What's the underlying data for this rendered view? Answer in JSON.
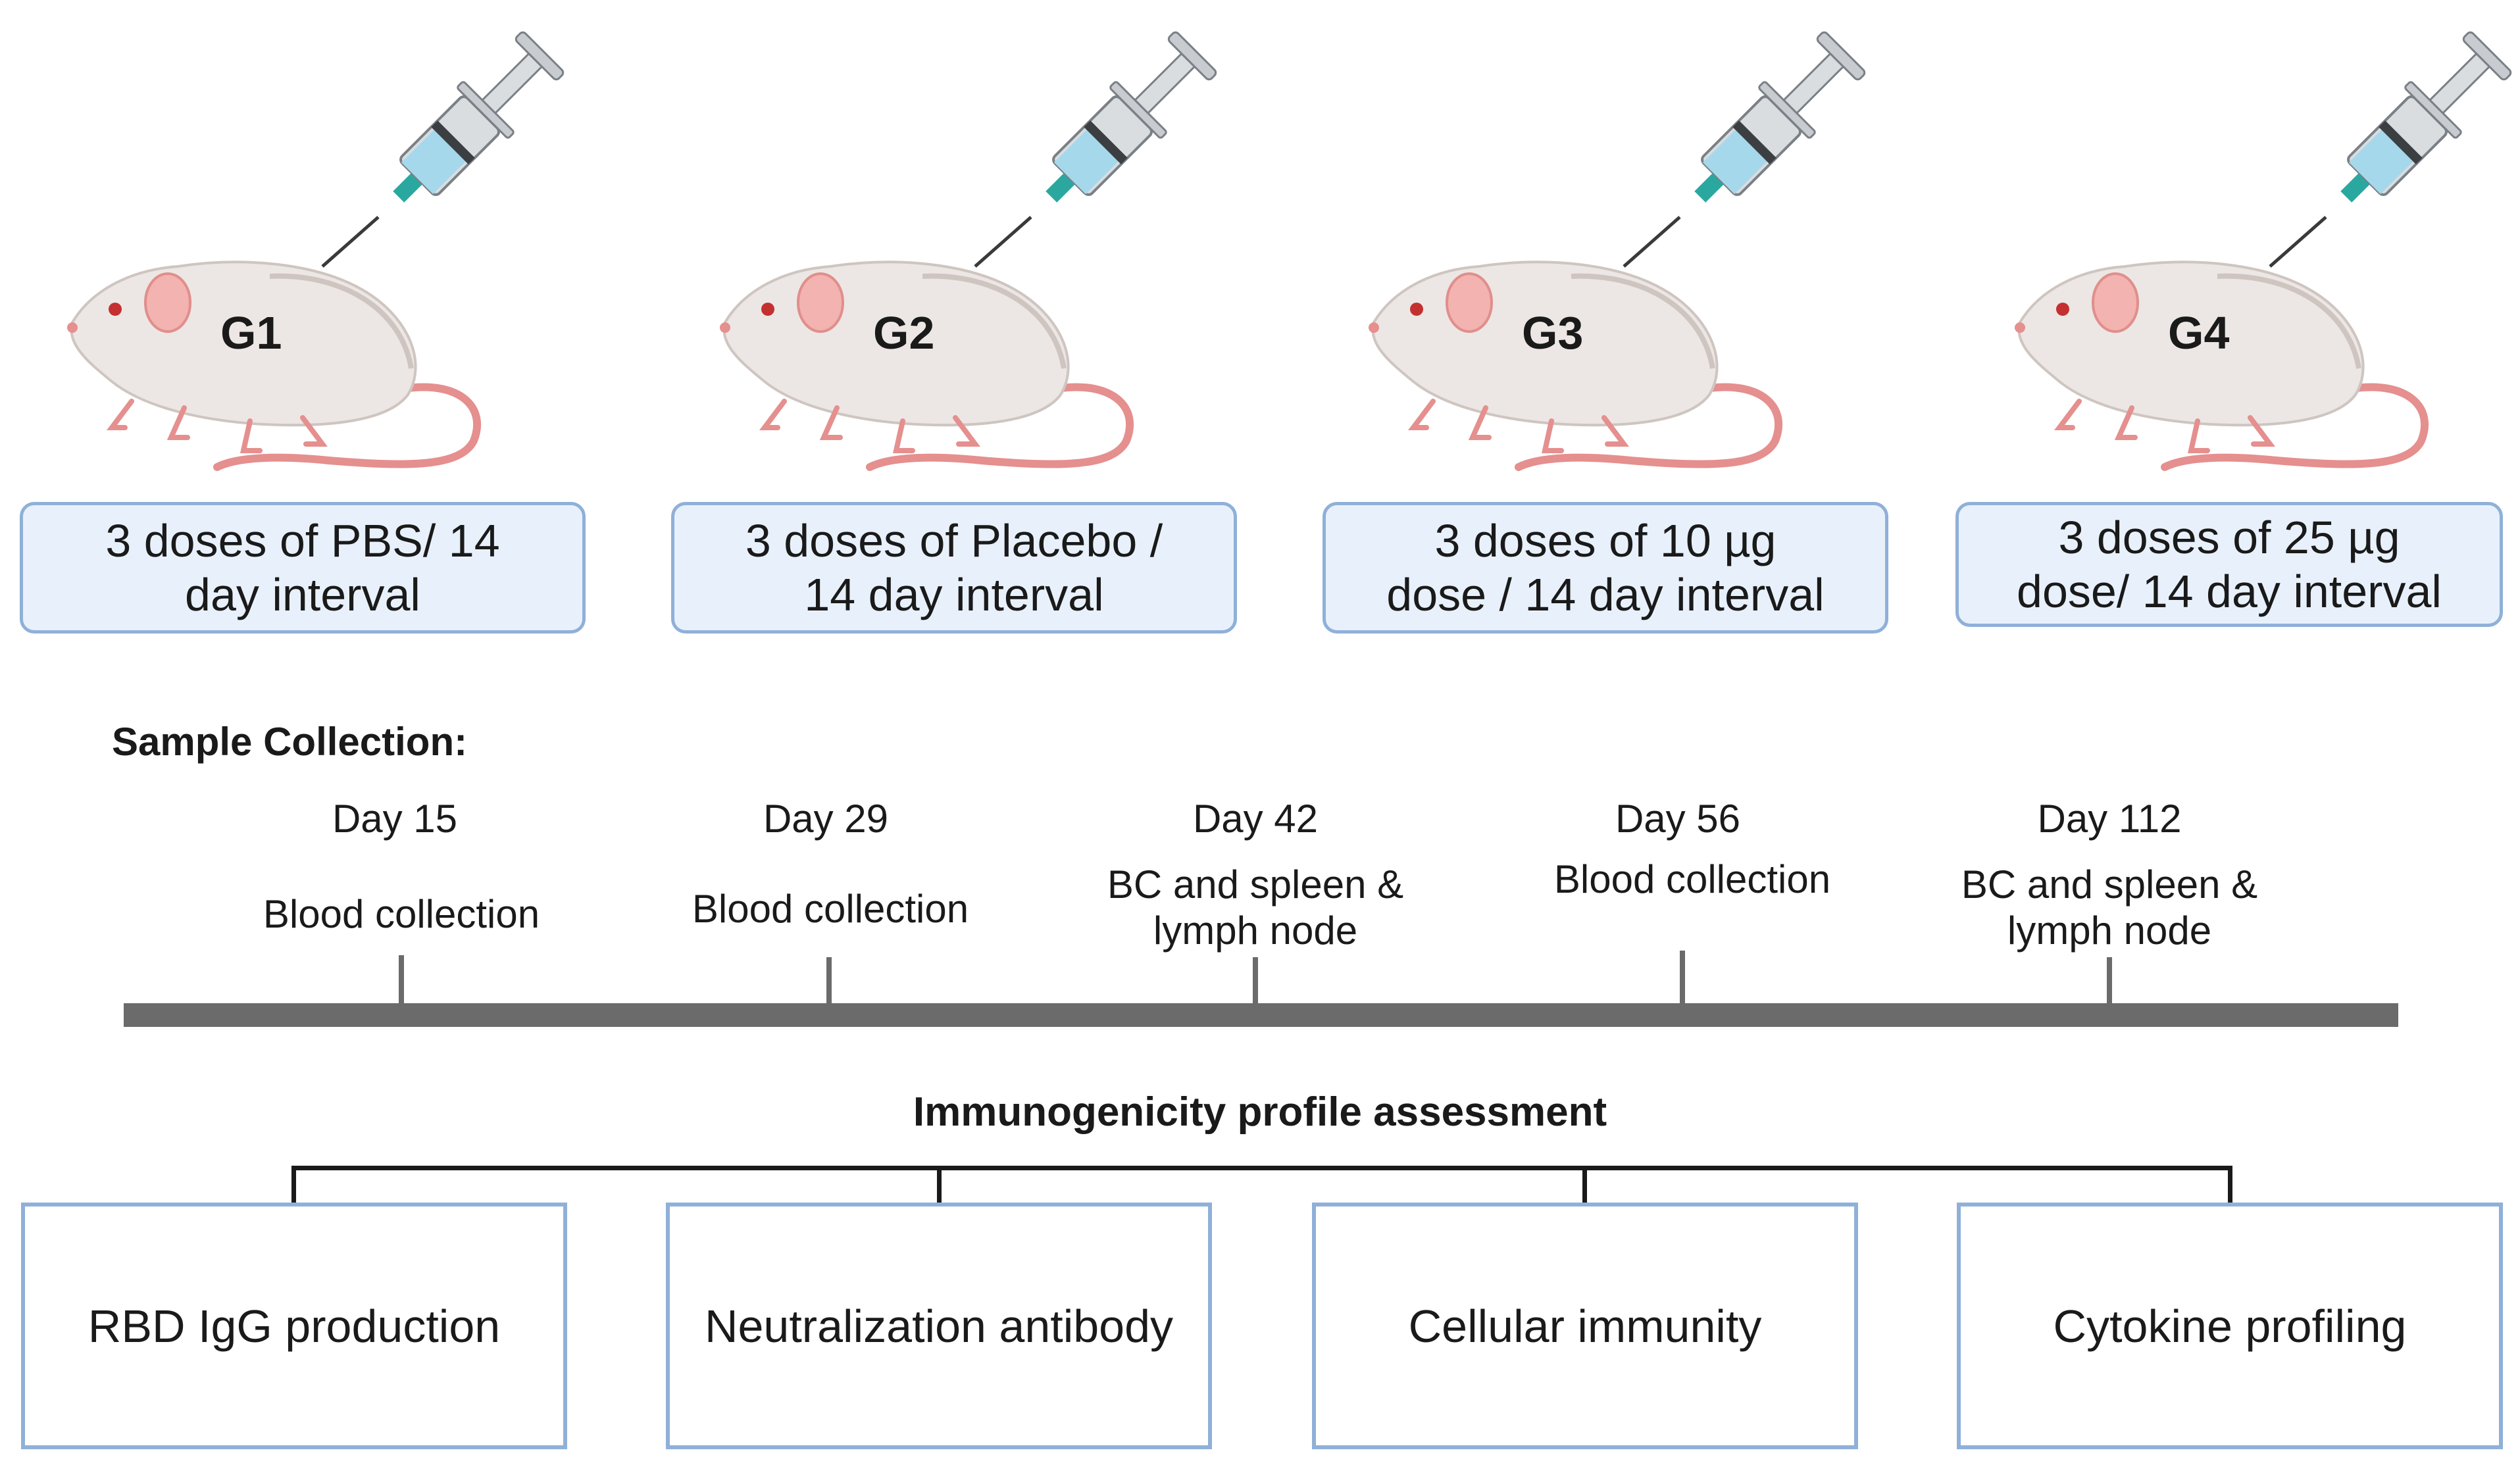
{
  "groups": [
    {
      "label": "G1",
      "dose": "3 doses of PBS/ 14\nday interval"
    },
    {
      "label": "G2",
      "dose": "3 doses of Placebo /\n14 day interval"
    },
    {
      "label": "G3",
      "dose": "3 doses of 10 µg\ndose / 14 day interval"
    },
    {
      "label": "G4",
      "dose": "3 doses of 25 µg\ndose/ 14 day interval"
    }
  ],
  "sample_collection": {
    "title": "Sample Collection:",
    "events": [
      {
        "day": "Day 15",
        "event": "Blood collection"
      },
      {
        "day": "Day 29",
        "event": "Blood collection"
      },
      {
        "day": "Day 42",
        "event": "BC and spleen &\nlymph node"
      },
      {
        "day": "Day 56",
        "event": "Blood collection"
      },
      {
        "day": "Day 112",
        "event": "BC and spleen &\nlymph node"
      }
    ]
  },
  "assessment": {
    "title": "Immunogenicity profile assessment",
    "items": [
      "RBD IgG production",
      "Neutralization antibody",
      "Cellular immunity",
      "Cytokine profiling"
    ]
  },
  "colors": {
    "dose_box_fill": "#e8f1fb",
    "dose_box_border": "#8fb0d8",
    "timeline": "#6b6b6b",
    "mouse_body": "#ece7e4",
    "mouse_tail": "#e58f8f",
    "syringe_liquid": "#a6d8ec"
  }
}
